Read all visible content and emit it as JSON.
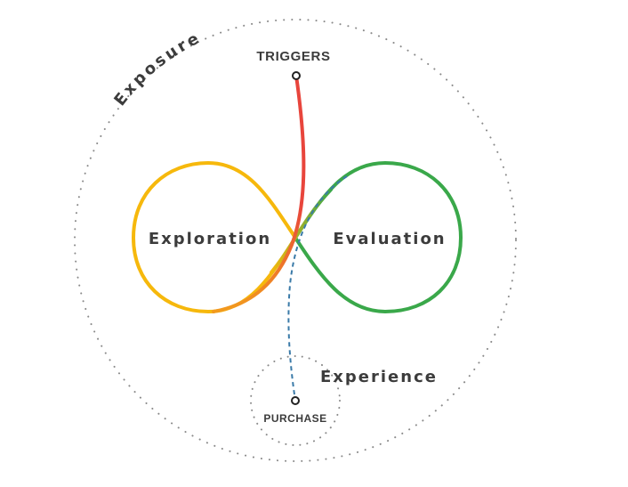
{
  "labels": {
    "exposure": "Exposure",
    "triggers": "TRIGGERS",
    "exploration": "Exploration",
    "evaluation": "Evaluation",
    "experience": "Experience",
    "purchase": "PURCHASE"
  },
  "colors": {
    "text": "#3c3c3c",
    "dotted_circle": "#8a8a8a",
    "exploration_loop": "#f6b80c",
    "evaluation_loop": "#3aa84a",
    "trigger_path_start": "#e8453c",
    "trigger_path_end": "#f29b1d",
    "purchase_path": "#3a7aa8",
    "node_fill": "#ffffff",
    "node_stroke": "#222222"
  }
}
